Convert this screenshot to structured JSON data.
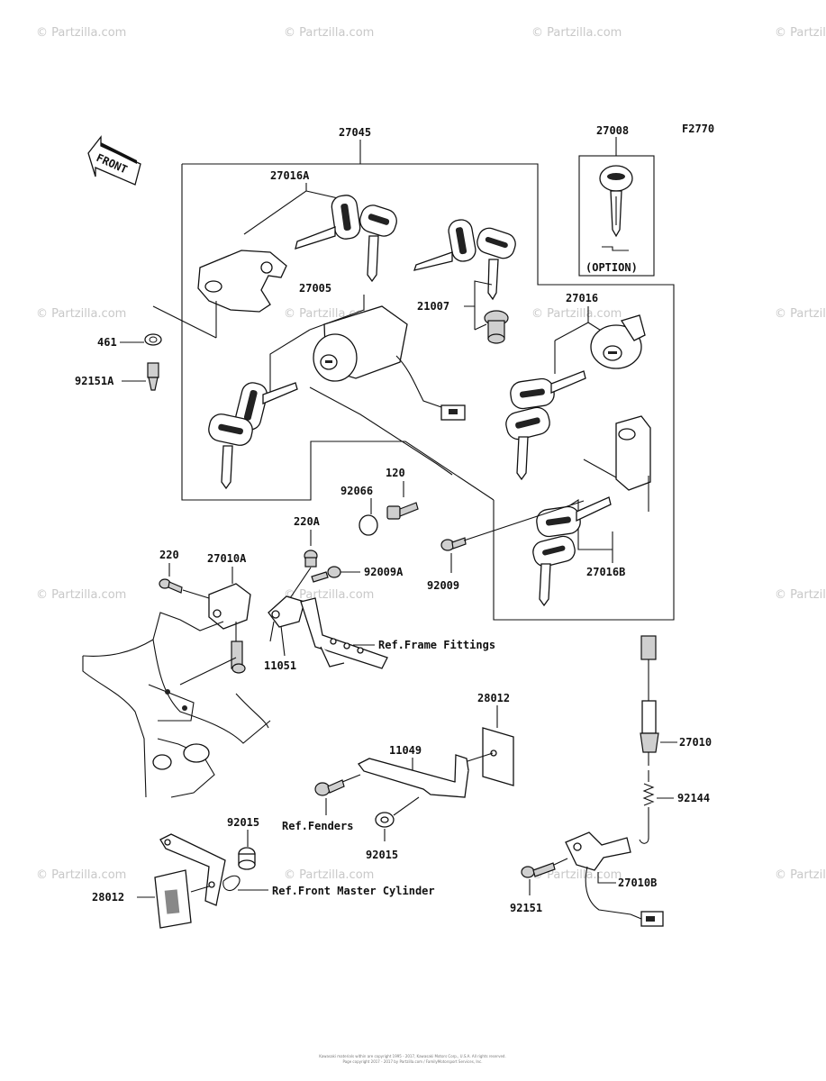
{
  "figure_code": "F2770",
  "watermark": "© Partzilla.com",
  "front_label": "FRONT",
  "option_label": "(OPTION)",
  "callouts": {
    "p27045": "27045",
    "p27008": "27008",
    "p27016A": "27016A",
    "p27005": "27005",
    "p21007": "21007",
    "p27016": "27016",
    "p461": "461",
    "p92151A": "92151A",
    "p120": "120",
    "p92066": "92066",
    "p220A": "220A",
    "p220": "220",
    "p27010A": "27010A",
    "p92009A": "92009A",
    "p92009": "92009",
    "p27016B": "27016B",
    "p11051": "11051",
    "p28012_right": "28012",
    "p11049": "11049",
    "p27010": "27010",
    "p92144": "92144",
    "p92015_top": "92015",
    "p92015_bottom": "92015",
    "p28012_left": "28012",
    "p27010B": "27010B",
    "p92151": "92151"
  },
  "references": {
    "frame_fittings": "Ref.Frame Fittings",
    "fenders": "Ref.Fenders",
    "front_master_cylinder": "Ref.Front Master Cylinder"
  },
  "footer": {
    "line1": "Kawasaki materials within are copyright 1995 - 2017, Kawasaki Motors Corp., U.S.A. All rights reserved.",
    "line2": "Page copyright 2017 - 2017 by Partzilla.com / FamilyMotorsport Services, Inc."
  }
}
